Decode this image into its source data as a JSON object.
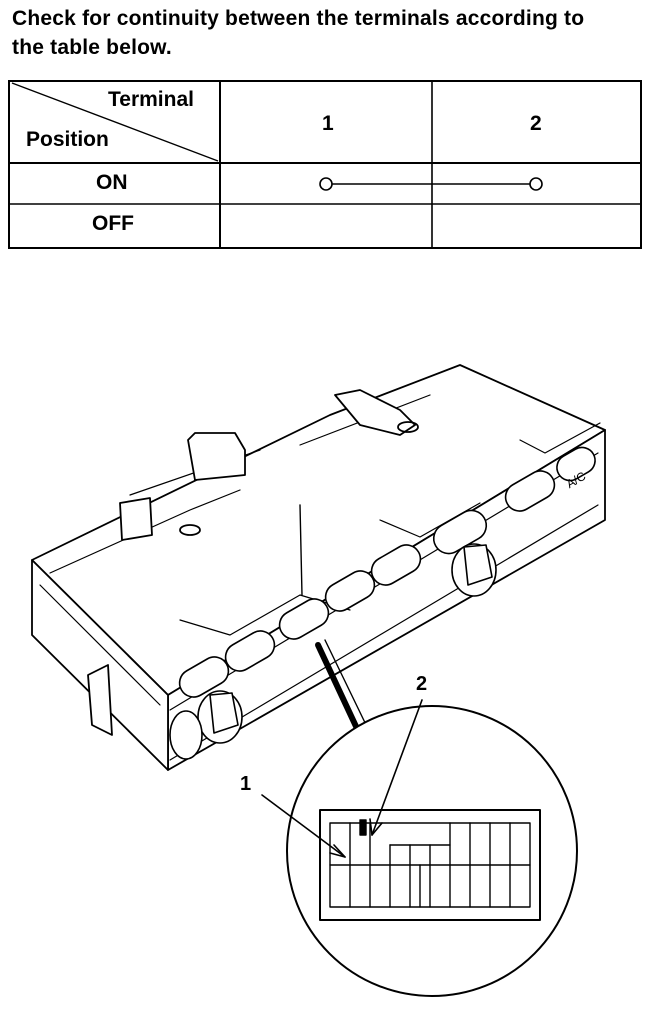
{
  "instruction": {
    "line1": "Check for continuity between the terminals according to",
    "line2": "the table below."
  },
  "table": {
    "corner_top": "Terminal",
    "corner_bottom": "Position",
    "columns": [
      "1",
      "2"
    ],
    "rows": [
      {
        "label": "ON",
        "continuity": true
      },
      {
        "label": "OFF",
        "continuity": false
      }
    ]
  },
  "illustration": {
    "panel_label": "A/C",
    "callouts": [
      "1",
      "2"
    ]
  }
}
